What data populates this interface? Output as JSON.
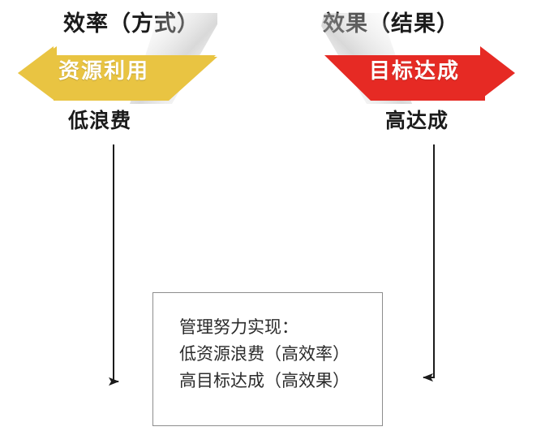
{
  "diagram": {
    "title_left": "效率（方式）",
    "title_right": "效果（结果）",
    "banner_left": "资源利用",
    "banner_right": "目标达成",
    "sublabel_left": "低浪费",
    "sublabel_right": "高达成",
    "colors": {
      "banner_left_fill": "#E9C442",
      "banner_right_fill": "#E62A24",
      "banner_text": "#FFFFFF",
      "heading_text": "#1B1B1B",
      "connector_line": "#1B1B1B",
      "box_border": "#8D8D8D",
      "box_text": "#2B2B2B",
      "background": "#FFFFFF"
    },
    "box": {
      "lines": [
        "管理努力实现：",
        "低资源浪费（高效率）",
        "高目标达成（高效果）"
      ]
    },
    "connectors": [
      {
        "name": "left-connector",
        "direction": "down-then-right",
        "arrowhead": "right"
      },
      {
        "name": "right-connector",
        "direction": "down-then-left",
        "arrowhead": "left"
      }
    ]
  }
}
